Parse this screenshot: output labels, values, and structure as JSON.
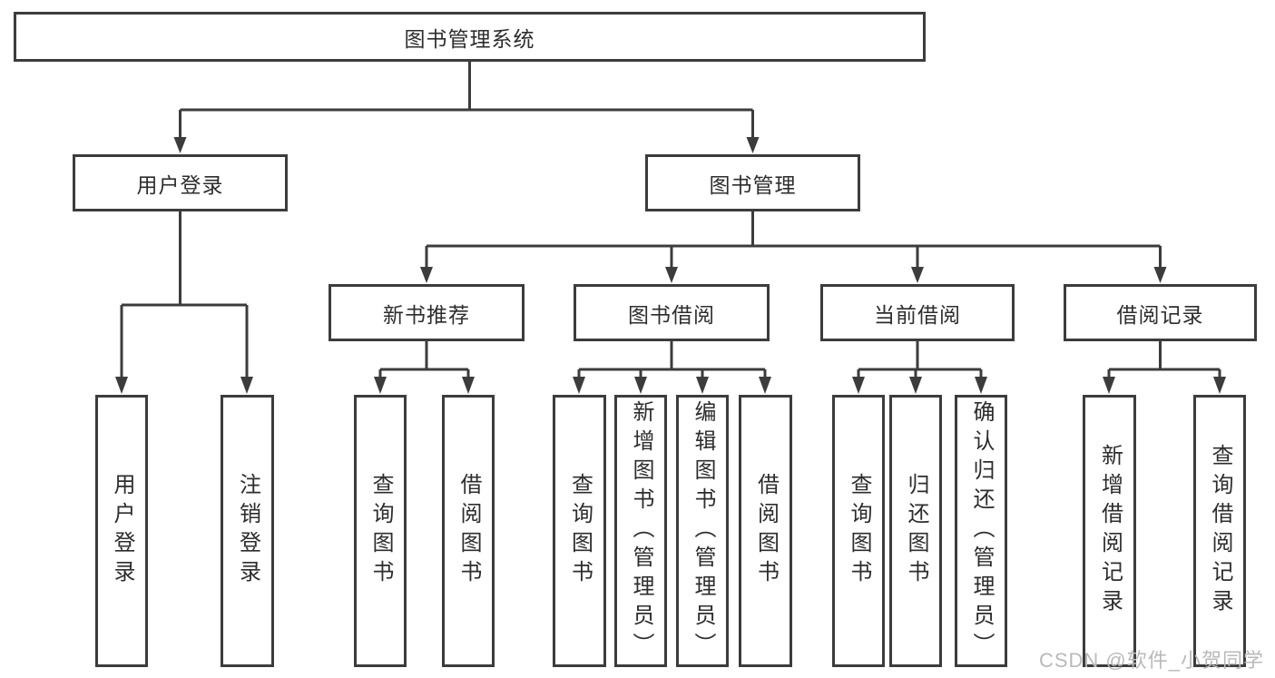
{
  "tree": {
    "label": "图书管理系统",
    "children": [
      {
        "label": "用户登录",
        "children": [
          {
            "label": "用户登录"
          },
          {
            "label": "注销登录"
          }
        ]
      },
      {
        "label": "图书管理",
        "children": [
          {
            "label": "新书推荐",
            "children": [
              {
                "label": "查询图书"
              },
              {
                "label": "借阅图书"
              }
            ]
          },
          {
            "label": "图书借阅",
            "children": [
              {
                "label": "查询图书"
              },
              {
                "label": "新增图书（管理员）"
              },
              {
                "label": "编辑图书（管理员）"
              },
              {
                "label": "借阅图书"
              }
            ]
          },
          {
            "label": "当前借阅",
            "children": [
              {
                "label": "查询图书"
              },
              {
                "label": "归还图书"
              },
              {
                "label": "确认归还（管理员）"
              }
            ]
          },
          {
            "label": "借阅记录",
            "children": [
              {
                "label": "新增借阅记录"
              },
              {
                "label": "查询借阅记录"
              }
            ]
          }
        ]
      }
    ]
  },
  "watermark": {
    "text": "CSDN @软件_小贺同学"
  },
  "colors": {
    "line": "#3c3c3c",
    "text": "#2d2d2d",
    "watermark": "#b9b9b9",
    "background": "#ffffff"
  }
}
